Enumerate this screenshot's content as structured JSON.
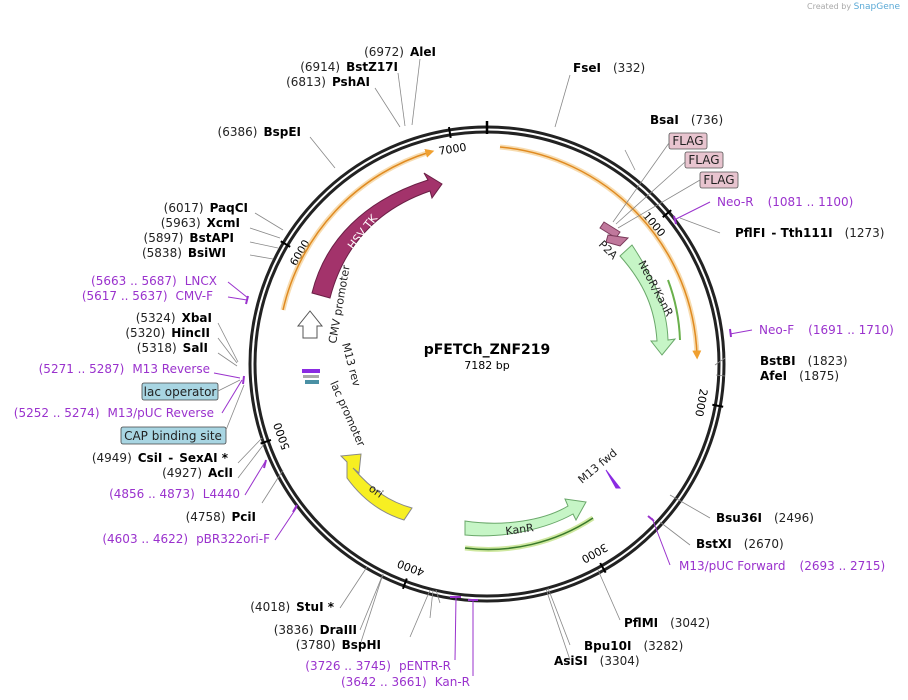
{
  "credit": {
    "created_by": "Created by",
    "brand": "SnapGene"
  },
  "plasmid": {
    "name": "pFETCh_ZNF219",
    "size": "7182 bp",
    "length": 7182
  },
  "ticks": [
    {
      "pos": 1000,
      "label": "1000"
    },
    {
      "pos": 2000,
      "label": "2000"
    },
    {
      "pos": 3000,
      "label": "3000"
    },
    {
      "pos": 4000,
      "label": "4000"
    },
    {
      "pos": 5000,
      "label": "5000"
    },
    {
      "pos": 6000,
      "label": "6000"
    },
    {
      "pos": 7000,
      "label": "7000"
    }
  ],
  "sites": [
    {
      "name": "AleI",
      "pos": "(6972)"
    },
    {
      "name": "BstZ17I",
      "pos": "(6914)"
    },
    {
      "name": "PshAI",
      "pos": "(6813)"
    },
    {
      "name": "BspEI",
      "pos": "(6386)"
    },
    {
      "name": "PaqCI",
      "pos": "(6017)"
    },
    {
      "name": "XcmI",
      "pos": "(5963)"
    },
    {
      "name": "BstAPI",
      "pos": "(5897)"
    },
    {
      "name": "BsiWI",
      "pos": "(5838)"
    },
    {
      "name": "XbaI",
      "pos": "(5324)"
    },
    {
      "name": "HincII",
      "pos": "(5320)"
    },
    {
      "name": "SalI",
      "pos": "(5318)"
    },
    {
      "name": "CsiI",
      "name2": "SexAI *",
      "pos": "(4949)"
    },
    {
      "name": "AclI",
      "pos": "(4927)"
    },
    {
      "name": "PciI",
      "pos": "(4758)"
    },
    {
      "name": "StuI *",
      "pos": "(4018)"
    },
    {
      "name": "DraIII",
      "pos": "(3836)"
    },
    {
      "name": "BspHI",
      "pos": "(3780)"
    },
    {
      "name": "FseI",
      "pos": "(332)"
    },
    {
      "name": "BsaI",
      "pos": "(736)"
    },
    {
      "name": "PflFI",
      "name2": "Tth111I",
      "pos": "(1273)"
    },
    {
      "name": "BstBI",
      "pos": "(1823)"
    },
    {
      "name": "AfeI",
      "pos": "(1875)"
    },
    {
      "name": "Bsu36I",
      "pos": "(2496)"
    },
    {
      "name": "BstXI",
      "pos": "(2670)"
    },
    {
      "name": "PflMI",
      "pos": "(3042)"
    },
    {
      "name": "Bpu10I",
      "pos": "(3282)"
    },
    {
      "name": "AsiSI",
      "pos": "(3304)"
    }
  ],
  "primers": [
    {
      "range": "(5663 .. 5687)",
      "name": "LNCX"
    },
    {
      "range": "(5617 .. 5637)",
      "name": "CMV-F"
    },
    {
      "range": "(5271 .. 5287)",
      "name": "M13 Reverse"
    },
    {
      "range": "(5252 .. 5274)",
      "name": "M13/pUC Reverse"
    },
    {
      "range": "(4856 .. 4873)",
      "name": "L4440"
    },
    {
      "range": "(4603 .. 4622)",
      "name": "pBR322ori-F"
    },
    {
      "range": "(3726 .. 3745)",
      "name": "pENTR-R"
    },
    {
      "range": "(3642 .. 3661)",
      "name": "Kan-R"
    },
    {
      "name": "Neo-R",
      "range": "(1081 .. 1100)"
    },
    {
      "name": "Neo-F",
      "range": "(1691 .. 1710)"
    },
    {
      "name": "M13/pUC Forward",
      "range": "(2693 .. 2715)"
    }
  ],
  "boxed": [
    {
      "label": "lac operator",
      "color": "#a8d5e2"
    },
    {
      "label": "CAP binding site",
      "color": "#a8d5e2"
    },
    {
      "label": "FLAG",
      "color": "#e8c4cf"
    },
    {
      "label": "FLAG",
      "color": "#e8c4cf"
    },
    {
      "label": "FLAG",
      "color": "#e8c4cf"
    }
  ],
  "features": [
    {
      "label": "HSV TK",
      "color": "#a3336b"
    },
    {
      "label": "CMV promoter",
      "color": "#ffffff"
    },
    {
      "label": "M13 rev",
      "color": "#8a2be2"
    },
    {
      "label": "lac promoter",
      "color": "#4a90a4"
    },
    {
      "label": "ori",
      "color": "#f7ef22"
    },
    {
      "label": "KanR",
      "color": "#c6f5c6"
    },
    {
      "label": "NeoR/KanR",
      "color": "#c6f5c6"
    },
    {
      "label": "P2A",
      "color": "#c0789c"
    },
    {
      "label": "M13 fwd",
      "color": "#8a2be2"
    }
  ],
  "colors": {
    "primer": "#9a32cd",
    "orf_line": "#f0a030",
    "orf_green": "#6ab04c",
    "backbone": "#222222"
  }
}
